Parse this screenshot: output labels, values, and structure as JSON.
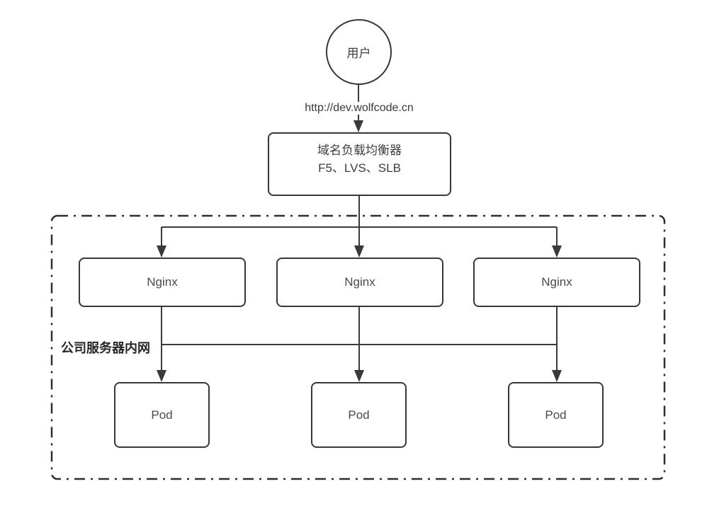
{
  "diagram": {
    "title_hint": "kubernetes-ingress-architecture",
    "user_node": {
      "label": "用户"
    },
    "url_label": "http://dev.wolfcode.cn",
    "load_balancer": {
      "line1": "域名负载均衡器",
      "line2": "F5、LVS、SLB"
    },
    "intranet": {
      "label": "公司服务器内网"
    },
    "nginx_nodes": [
      {
        "label": "Nginx"
      },
      {
        "label": "Nginx"
      },
      {
        "label": "Nginx"
      }
    ],
    "pod_nodes": [
      {
        "label": "Pod"
      },
      {
        "label": "Pod"
      },
      {
        "label": "Pod"
      }
    ],
    "colors": {
      "line": "#3a3a3a",
      "node_border": "#373737",
      "node_text": "#4a4a4a",
      "background": "#ffffff"
    }
  }
}
